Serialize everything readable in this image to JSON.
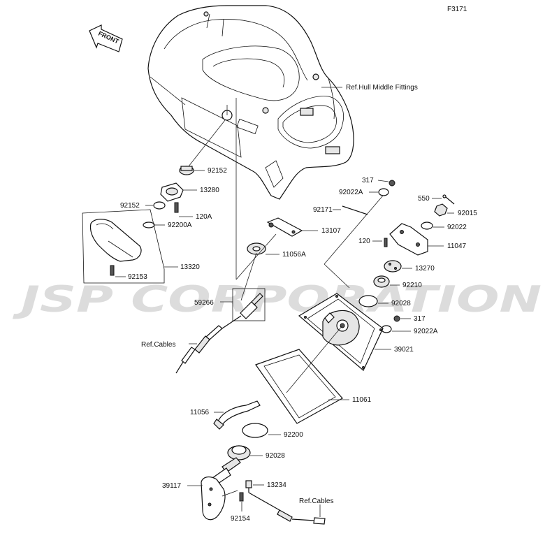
{
  "figure_code": "F3171",
  "front_label": "FRONT",
  "watermark": "JSP CORPORATION",
  "references": {
    "hull": "Ref.Hull Middle Fittings",
    "cables_left": "Ref.Cables",
    "cables_bottom": "Ref.Cables"
  },
  "parts": {
    "p92152a": "92152",
    "p13280": "13280",
    "p92152b": "92152",
    "p120a": "120A",
    "p92200a": "92200A",
    "p13107": "13107",
    "p13320": "13320",
    "p11056a": "11056A",
    "p92153": "92153",
    "p59266": "59266",
    "p317a": "317",
    "p92022a_a": "92022A",
    "p92171": "92171",
    "p550": "550",
    "p92015": "92015",
    "p92022": "92022",
    "p120": "120",
    "p11047": "11047",
    "p13270": "13270",
    "p92210": "92210",
    "p92028a": "92028",
    "p317b": "317",
    "p92022a_b": "92022A",
    "p39021": "39021",
    "p11061": "11061",
    "p11056": "11056",
    "p92200": "92200",
    "p92028b": "92028",
    "p39117": "39117",
    "p13234": "13234",
    "p92154": "92154"
  }
}
